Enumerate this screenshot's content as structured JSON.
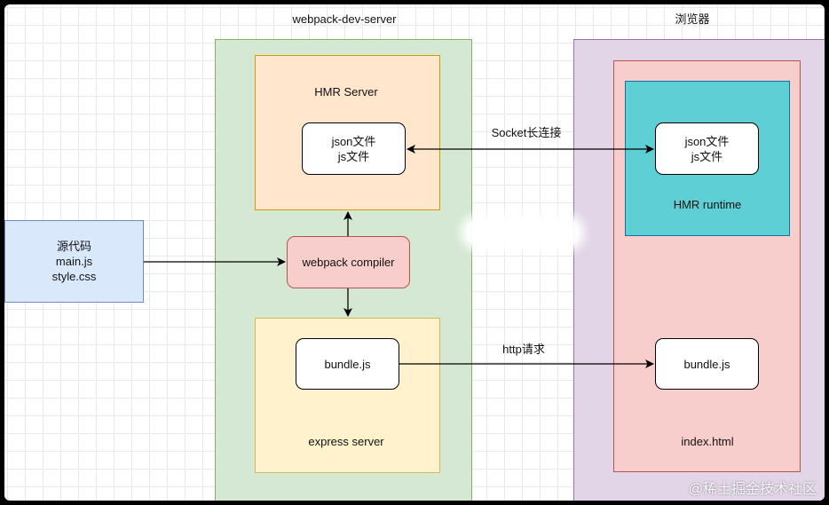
{
  "labels": {
    "dev_server_title": "webpack-dev-server",
    "browser_title": "浏览器",
    "hmr_server": "HMR Server",
    "hmr_runtime": "HMR runtime",
    "express_server": "express server",
    "index_html": "index.html",
    "socket_edge": "Socket长连接",
    "http_edge": "http请求"
  },
  "nodes": {
    "source": [
      "源代码",
      "main.js",
      "style.css"
    ],
    "compiler": [
      "webpack compiler"
    ],
    "server_files": [
      "json文件",
      "js文件"
    ],
    "server_bundle": [
      "bundle.js"
    ],
    "browser_files": [
      "json文件",
      "js文件"
    ],
    "browser_bundle": [
      "bundle.js"
    ]
  },
  "watermark": "@稀土掘金技术社区",
  "colors": {
    "dev_server_fill": "#d5e8d4",
    "dev_server_stroke": "#82b366",
    "browser_fill": "#e1d5e7",
    "browser_stroke": "#9673a6",
    "hmr_server_fill": "#ffe6cc",
    "hmr_server_stroke": "#d79b00",
    "express_fill": "#fff2cc",
    "express_stroke": "#d6b656",
    "index_fill": "#f8cecc",
    "index_stroke": "#b85450",
    "runtime_fill": "#5ecfd4",
    "runtime_stroke": "#10739e",
    "source_fill": "#dae8fc",
    "source_stroke": "#6c8ebf",
    "compiler_fill": "#f8cecc",
    "compiler_stroke": "#b85450"
  }
}
